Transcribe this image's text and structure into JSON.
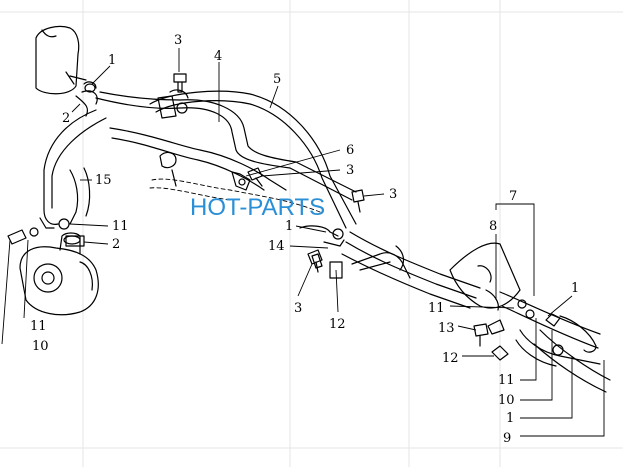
{
  "watermark": "HOT-PARTS",
  "callouts": [
    {
      "id": "c1a",
      "text": "1"
    },
    {
      "id": "c2a",
      "text": "2"
    },
    {
      "id": "c3a",
      "text": "3"
    },
    {
      "id": "c4",
      "text": "4"
    },
    {
      "id": "c5",
      "text": "5"
    },
    {
      "id": "c6",
      "text": "6"
    },
    {
      "id": "c3b",
      "text": "3"
    },
    {
      "id": "c3c",
      "text": "3"
    },
    {
      "id": "c15",
      "text": "15"
    },
    {
      "id": "c11a",
      "text": "11"
    },
    {
      "id": "c2b",
      "text": "2"
    },
    {
      "id": "c7",
      "text": "7"
    },
    {
      "id": "c8",
      "text": "8"
    },
    {
      "id": "c1b",
      "text": "1"
    },
    {
      "id": "c14",
      "text": "14"
    },
    {
      "id": "c1c",
      "text": "1"
    },
    {
      "id": "c3d",
      "text": "3"
    },
    {
      "id": "c12a",
      "text": "12"
    },
    {
      "id": "c11b",
      "text": "11"
    },
    {
      "id": "c11c",
      "text": "11"
    },
    {
      "id": "c10a",
      "text": "10"
    },
    {
      "id": "c13",
      "text": "13"
    },
    {
      "id": "c12b",
      "text": "12"
    },
    {
      "id": "c11d",
      "text": "11"
    },
    {
      "id": "c10b",
      "text": "10"
    },
    {
      "id": "c1d",
      "text": "1"
    },
    {
      "id": "c9",
      "text": "9"
    }
  ]
}
